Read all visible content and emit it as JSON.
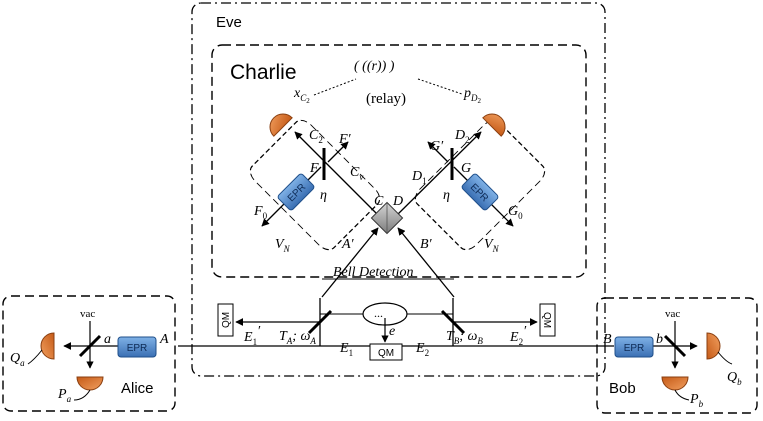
{
  "labels": {
    "eve": "Eve",
    "charlie": "Charlie",
    "relay_waves": "( ((r)) )",
    "relay": "(relay)",
    "bell_detection": "Bell Detection",
    "alice": "Alice",
    "bob": "Bob",
    "vac": "vac",
    "epr": "EPR",
    "qm": "QM",
    "dots": "...",
    "x_c2": "x",
    "x_c2_sub": "C",
    "x_c2_subsub": "2",
    "p_d2": "p",
    "p_d2_sub": "D",
    "p_d2_subsub": "2"
  },
  "symbols": {
    "C2": "C",
    "C2_sub": "2",
    "Fprime": "F′",
    "F": "F",
    "Cv": "C",
    "Cv_sub": "v",
    "eta_left": "η",
    "F0": "F",
    "F0_sub": "0",
    "VN_left": "V",
    "VN_left_sub": "N",
    "C": "C",
    "D": "D",
    "Gprime": "G′",
    "D2": "D",
    "D2_sub": "2",
    "D1": "D",
    "D1_sub": "1",
    "G": "G",
    "eta_right": "η",
    "G0": "G",
    "G0_sub": "0",
    "VN_right": "V",
    "VN_right_sub": "N",
    "Aprime": "A′",
    "Bprime": "B′",
    "E1prime": "E",
    "E1prime_sub": "1",
    "E1prime_mark": "′",
    "TA": "T",
    "TA_sub": "A",
    "omegaA": "; ω",
    "omegaA_sub": "A",
    "E1": "E",
    "E1_sub": "1",
    "e": "e",
    "E2": "E",
    "E2_sub": "2",
    "TB": "T",
    "TB_sub": "B",
    "omegaB": "; ω",
    "omegaB_sub": "B",
    "E2prime": "E",
    "E2prime_sub": "2",
    "E2prime_mark": "′",
    "a": "a",
    "A": "A",
    "Qa": "Q",
    "Qa_sub": "a",
    "Pa": "P",
    "Pa_sub": "a",
    "B": "B",
    "b": "b",
    "Qb": "Q",
    "Qb_sub": "b",
    "Pb": "P",
    "Pb_sub": "b"
  },
  "colors": {
    "detector": "#d9742c",
    "detector_dark": "#8a3f10",
    "epr_fill": "#4a86c8",
    "epr_fill_dark": "#2c5f9e",
    "bell_fill": "#a9a9a9",
    "line": "#000000"
  }
}
